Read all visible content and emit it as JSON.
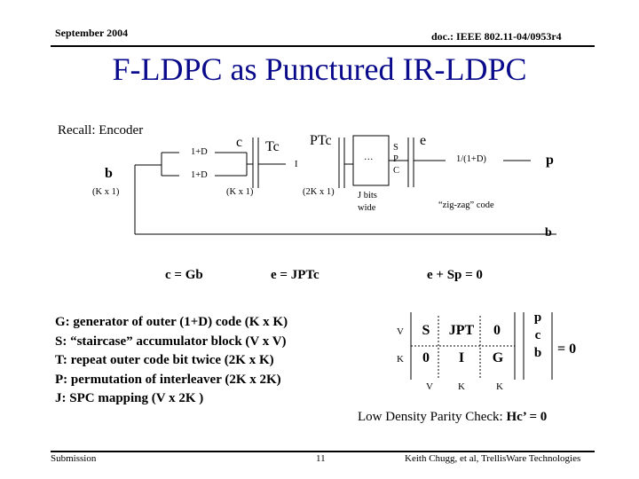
{
  "header": {
    "date": "September 2004",
    "doc": "doc.: IEEE 802.11-04/0953r4"
  },
  "title": "F-LDPC as Punctured IR-LDPC",
  "recall": "Recall: Encoder",
  "diagram": {
    "b": "b",
    "kx1_a": "(K x 1)",
    "d1": "1+D",
    "d2": "1+D",
    "c": "c",
    "tc": "Tc",
    "i": "I",
    "ptc": "PTc",
    "kx1_b": "(K x 1)",
    "twokx1": "(2K x 1)",
    "dots": "…",
    "spc": [
      "S",
      "P",
      "C"
    ],
    "jbits": [
      "J bits",
      "wide"
    ],
    "e": "e",
    "acc": "1/(1+D)",
    "p": "p",
    "zigzag": "“zig-zag” code",
    "b2": "b"
  },
  "equations": {
    "c": "c = Gb",
    "e": "e = JPTc",
    "parity": "e + Sp = 0"
  },
  "definitions": [
    {
      "key": "G",
      "text": ": generator of outer (1+D) code (K x K)"
    },
    {
      "key": "S",
      "text": ": “staircase” accumulator block (V x V)"
    },
    {
      "key": "T",
      "text": ": repeat outer code bit twice (2K x K)"
    },
    {
      "key": "P",
      "text": ": permutation of interleaver (2K x 2K)"
    },
    {
      "key": "J",
      "text": ": SPC mapping (V x 2K )"
    }
  ],
  "matrix": {
    "row_labels": [
      "V",
      "K"
    ],
    "cells": [
      [
        "S",
        "JPT",
        "0"
      ],
      [
        "0",
        "I",
        "G"
      ]
    ],
    "col_labels": [
      "V",
      "K",
      "K"
    ],
    "vector": [
      "p",
      "c",
      "b"
    ],
    "equals": "= 0"
  },
  "ldpc": {
    "label": "Low Density Parity Check: ",
    "eq": "Hc’ = 0"
  },
  "footer": {
    "left": "Submission",
    "page": "11",
    "right": "Keith Chugg, et al, TrellisWare Technologies"
  }
}
